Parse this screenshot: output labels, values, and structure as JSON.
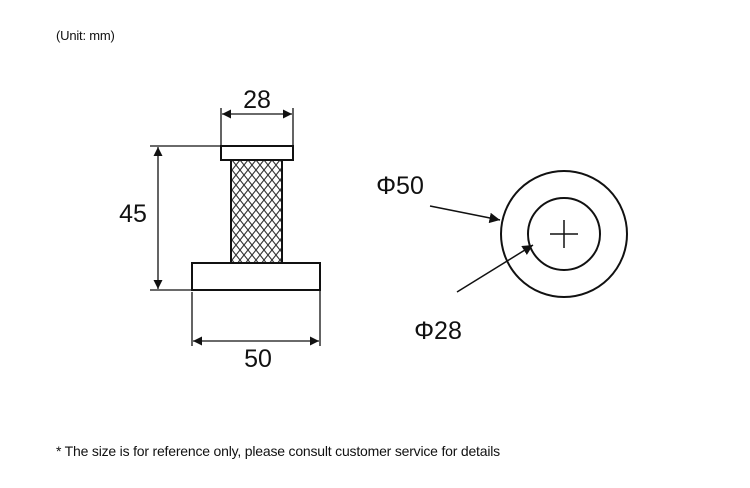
{
  "unit_note": "(Unit: mm)",
  "footnote": "* The size is for reference only, please consult customer service for details",
  "side_view": {
    "top_width_label": "28",
    "height_label": "45",
    "base_width_label": "50"
  },
  "top_view": {
    "outer_diameter_label": "Φ50",
    "inner_diameter_label": "Φ28"
  },
  "colors": {
    "line": "#111111",
    "knurl": "#444444"
  }
}
